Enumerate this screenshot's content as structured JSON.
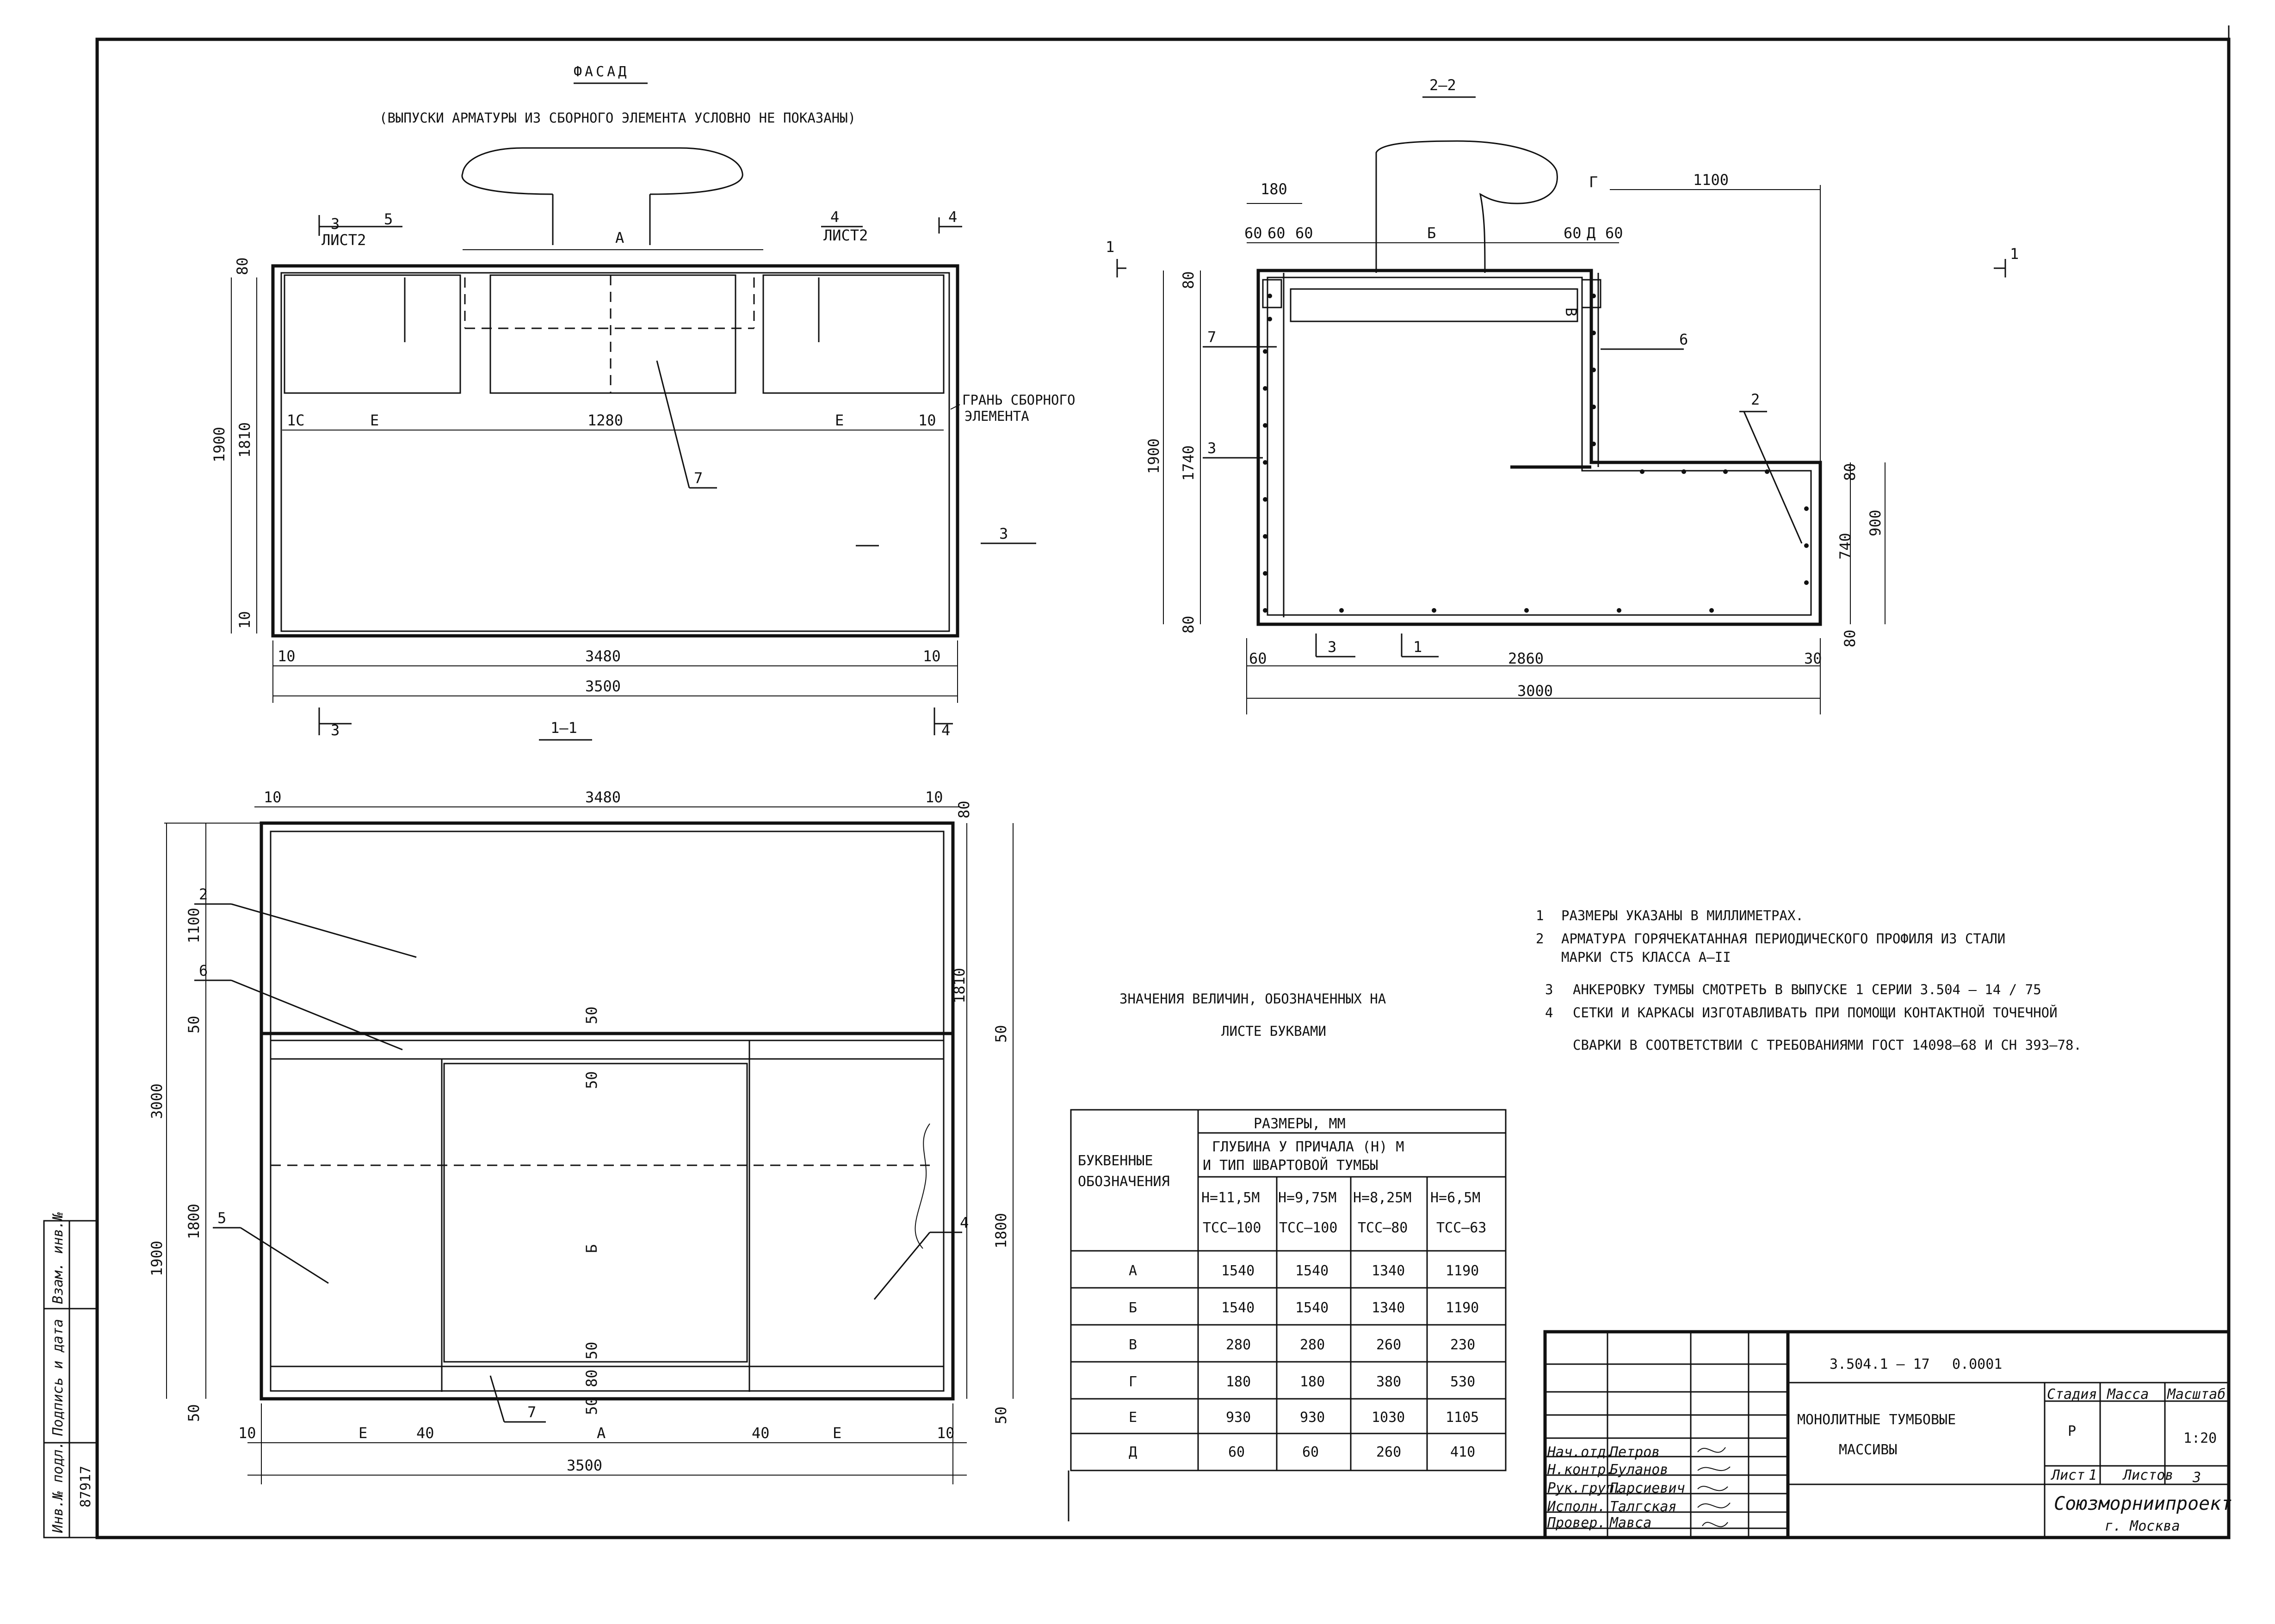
{
  "facade": {
    "title": "ФАСАД",
    "subtitle": "(ВЫПУСКИ АРМАТУРЫ ИЗ СБОРНОГО ЭЛЕМЕНТА УСЛОВНО НЕ ПОКАЗАНЫ)",
    "section_3_top": "3",
    "section_3_sheet": "ЛИСТ2",
    "callout_5": "5",
    "section_4_top": "4",
    "section_4_sheet": "ЛИСТ2",
    "section_4_mark": "4",
    "label_a": "А",
    "dim_80": "80",
    "dim_1900": "1900",
    "dim_1810": "1810",
    "dim_10_left": "10",
    "dim_1c": "1С",
    "dim_e_left": "Е",
    "dim_1280": "1280",
    "dim_e_right": "Е",
    "dim_10_right": "10",
    "edge_label_1": "ГРАНЬ СБОРНОГО",
    "edge_label_2": "ЭЛЕМЕНТА",
    "callout_7": "7",
    "section_3_right": "3",
    "dim_3480": "3480",
    "dim_10_bl": "10",
    "dim_10_br": "10",
    "dim_3500": "3500",
    "section_3_bottom": "3",
    "section_4_bottom": "4"
  },
  "section22": {
    "title": "2–2",
    "dim_180": "180",
    "dim_60a": "60",
    "dim_60b": "60",
    "dim_60c": "60",
    "label_b": "Б",
    "dim_60d": "60",
    "label_d": "Д",
    "dim_60e": "60",
    "label_g": "Г",
    "dim_1100": "1100",
    "section_1_left": "1",
    "section_1_right": "1",
    "label_v": "В",
    "dim_80_top": "80",
    "callout_7": "7",
    "callout_6": "6",
    "dim_1900": "1900",
    "dim_1740": "1740",
    "callout_3": "3",
    "callout_2": "2",
    "dim_80_r": "80",
    "dim_740": "740",
    "dim_900": "900",
    "dim_80_bl": "80",
    "dim_80_br": "80",
    "mark_3": "3",
    "mark_1": "1",
    "dim_60_bottom": "60",
    "dim_2860": "2860",
    "dim_30": "30",
    "dim_3000": "3000"
  },
  "section11": {
    "title": "1–1",
    "dim_10a": "10",
    "dim_3480": "3480",
    "dim_10b": "10",
    "dim_80": "80",
    "callout_2": "2",
    "dim_1100": "1100",
    "callout_6": "6",
    "dim_1810": "1810",
    "dim_50a": "50",
    "dim_50b": "50",
    "dim_50c": "50",
    "dim_50d": "50",
    "dim_3000": "3000",
    "dim_1800_left": "1800",
    "callout_5": "5",
    "label_b": "Б",
    "callout_4": "4",
    "dim_1800_right": "1800",
    "dim_1900": "1900",
    "dim_50e": "50",
    "dim_50f": "50",
    "dim_50g": "50",
    "callout_7": "7",
    "dim_50h": "50",
    "dim_10c": "10",
    "dim_e_left": "Е",
    "dim_40a": "40",
    "label_a": "А",
    "dim_40b": "40",
    "dim_e_right": "Е",
    "dim_10d": "10",
    "dim_3500": "3500"
  },
  "notes": [
    {
      "num": "1",
      "line1": "РАЗМЕРЫ УКАЗАНЫ В  МИЛЛИМЕТРАХ.",
      "line2": ""
    },
    {
      "num": "2",
      "line1": "АРМАТУРА ГОРЯЧЕКАТАННАЯ ПЕРИОДИЧЕСКОГО ПРОФИЛЯ   ИЗ СТАЛИ",
      "line2": "МАРКИ СТ5 КЛАССА А–II"
    },
    {
      "num": "3",
      "line1": "АНКЕРОВКУ ТУМБЫ СМОТРЕТЬ В ВЫПУСКЕ 1 СЕРИИ 3.504 – 14 / 75",
      "line2": ""
    },
    {
      "num": "4",
      "line1": "СЕТКИ И КАРКАСЫ ИЗГОТАВЛИВАТЬ ПРИ ПОМОЩИ КОНТАКТНОЙ ТОЧЕЧНОЙ",
      "line2": "СВАРКИ В СООТВЕТСТВИИ С ТРЕБОВАНИЯМИ ГОСТ 14098–68 И СН 393–78."
    }
  ],
  "table": {
    "caption_line1": "ЗНАЧЕНИЯ ВЕЛИЧИН, ОБОЗНАЧЕННЫХ   НА",
    "caption_line2": "ЛИСТЕ  БУКВАМИ",
    "row_header_1": "БУКВЕННЫЕ",
    "row_header_2": "ОБОЗНАЧЕНИЯ",
    "group_header": "РАЗМЕРЫ, ММ",
    "sub_header_1": "ГЛУБИНА  У  ПРИЧАЛА  (Н) М",
    "sub_header_2": "И ТИП  ШВАРТОВОЙ  ТУМБЫ",
    "columns": [
      {
        "depth": "Н=11,5М",
        "type": "ТСС–100"
      },
      {
        "depth": "Н=9,75М",
        "type": "ТСС–100"
      },
      {
        "depth": "Н=8,25М",
        "type": "ТСС–80"
      },
      {
        "depth": "Н=6,5М",
        "type": "ТСС–63"
      }
    ],
    "rows": [
      {
        "label": "А",
        "values": [
          "1540",
          "1540",
          "1340",
          "1190"
        ]
      },
      {
        "label": "Б",
        "values": [
          "1540",
          "1540",
          "1340",
          "1190"
        ]
      },
      {
        "label": "В",
        "values": [
          "280",
          "280",
          "260",
          "230"
        ]
      },
      {
        "label": "Г",
        "values": [
          "180",
          "180",
          "380",
          "530"
        ]
      },
      {
        "label": "Е",
        "values": [
          "930",
          "930",
          "1030",
          "1105"
        ]
      },
      {
        "label": "Д",
        "values": [
          "60",
          "60",
          "260",
          "410"
        ]
      }
    ]
  },
  "stamp": {
    "code": "3.504.1 – 17",
    "sheet_code": "0.0001",
    "name_line1": "МОНОЛИТНЫЕ  ТУМБОВЫЕ",
    "name_line2": "МАССИВЫ",
    "stage_label": "Стадия",
    "mass_label": "Масса",
    "scale_label": "Масштаб",
    "stage_value": "Р",
    "scale_value": "1:20",
    "sheet_label": "Лист",
    "sheet_value": "1",
    "sheets_label": "Листов",
    "sheets_value": "3",
    "org_line1": "Союзморниипроект",
    "org_line2": "г. Москва",
    "signatures": [
      {
        "role": "Нач.отд.",
        "name": "Петров"
      },
      {
        "role": "Н.контр.",
        "name": "Буланов"
      },
      {
        "role": "Рук.груп.",
        "name": "Парсиевич"
      },
      {
        "role": "Исполн.",
        "name": "Талгская"
      },
      {
        "role": "Провер.",
        "name": "Мавса"
      }
    ]
  },
  "side_stamp": {
    "inv_label": "Инв.№ подл.",
    "sign_label": "Подпись и дата",
    "replace_label": "Взам. инв.№",
    "inv_value": "87917"
  }
}
